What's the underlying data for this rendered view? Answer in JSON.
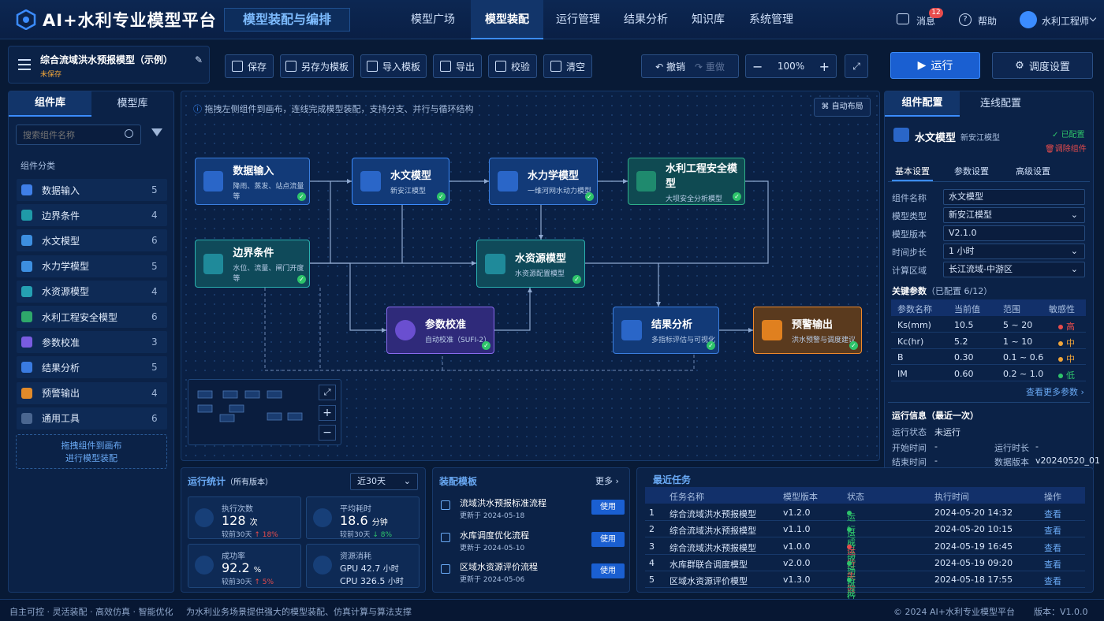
{
  "header": {
    "app_title": "AI+水利专业模型平台",
    "sub_title": "模型装配与编排",
    "nav": [
      "模型广场",
      "模型装配",
      "运行管理",
      "结果分析",
      "知识库",
      "系统管理"
    ],
    "msg_label": "消息",
    "msg_badge": "12",
    "help_label": "帮助",
    "user_name": "水利工程师"
  },
  "model": {
    "name": "综合流域洪水预报模型（示例）",
    "status": "未保存"
  },
  "toolbar": {
    "save": "保存",
    "save_template": "另存为模板",
    "import_template": "导入模板",
    "export": "导出",
    "validate": "校验",
    "clear": "清空",
    "undo": "撤销",
    "redo": "重做",
    "zoom": "100%",
    "run": "运行",
    "dispatch": "调度设置"
  },
  "left": {
    "tabs": [
      "组件库",
      "模型库"
    ],
    "search_placeholder": "搜索组件名称",
    "category_title": "组件分类",
    "categories": [
      {
        "label": "数据输入",
        "count": "5",
        "color": "#3f7fe8"
      },
      {
        "label": "边界条件",
        "count": "4",
        "color": "#1f9aa8"
      },
      {
        "label": "水文模型",
        "count": "6",
        "color": "#3d8fe0"
      },
      {
        "label": "水力学模型",
        "count": "5",
        "color": "#3d8fe0"
      },
      {
        "label": "水资源模型",
        "count": "4",
        "color": "#25a0b2"
      },
      {
        "label": "水利工程安全模型",
        "count": "6",
        "color": "#2ea86b"
      },
      {
        "label": "参数校准",
        "count": "3",
        "color": "#7a5ce0"
      },
      {
        "label": "结果分析",
        "count": "5",
        "color": "#3a7be0"
      },
      {
        "label": "预警输出",
        "count": "4",
        "color": "#e08a2a"
      },
      {
        "label": "通用工具",
        "count": "6",
        "color": "#4a6690"
      }
    ],
    "drag_hint_1": "拖拽组件到画布",
    "drag_hint_2": "进行模型装配"
  },
  "canvas": {
    "hint": "拖拽左侧组件到画布，连线完成模型装配，支持分支、并行与循环结构",
    "auto_layout": "自动布局",
    "nodes": {
      "data_input": {
        "title": "数据输入",
        "sub": "降雨、蒸发、站点流量等"
      },
      "hydro": {
        "title": "水文模型",
        "sub": "新安江模型"
      },
      "hydraulic": {
        "title": "水力学模型",
        "sub": "一维河网水动力模型"
      },
      "safety": {
        "title": "水利工程安全模型",
        "sub": "大坝安全分析模型"
      },
      "boundary": {
        "title": "边界条件",
        "sub": "水位、流量、闸门开度等"
      },
      "water_res": {
        "title": "水资源模型",
        "sub": "水资源配置模型"
      },
      "calib": {
        "title": "参数校准",
        "sub": "自动校准（SUFI-2）"
      },
      "result": {
        "title": "结果分析",
        "sub": "多指标评估与可视化"
      },
      "warning": {
        "title": "预警输出",
        "sub": "洪水预警与调度建议"
      }
    }
  },
  "right": {
    "tabs": [
      "组件配置",
      "连线配置"
    ],
    "comp_name": "水文模型",
    "comp_type": "新安江模型",
    "configured": "已配置",
    "remove": "调除组件",
    "subtabs": [
      "基本设置",
      "参数设置",
      "高级设置"
    ],
    "fields": [
      {
        "label": "组件名称",
        "value": "水文模型"
      },
      {
        "label": "模型类型",
        "value": "新安江模型"
      },
      {
        "label": "模型版本",
        "value": "V2.1.0"
      },
      {
        "label": "时间步长",
        "value": "1 小时"
      },
      {
        "label": "计算区域",
        "value": "长江流域-中游区"
      }
    ],
    "params_title": "关键参数",
    "params_count": "（已配置 6/12）",
    "params_headers": [
      "参数名称",
      "当前值",
      "范围",
      "敏感性"
    ],
    "params": [
      {
        "name": "Ks(mm)",
        "value": "10.5",
        "range": "5 ~ 20",
        "sens": "高",
        "color": "#e84c4c"
      },
      {
        "name": "Kc(hr)",
        "value": "5.2",
        "range": "1 ~ 10",
        "sens": "中",
        "color": "#f0a53a"
      },
      {
        "name": "B",
        "value": "0.30",
        "range": "0.1 ~ 0.6",
        "sens": "中",
        "color": "#f0a53a"
      },
      {
        "name": "IM",
        "value": "0.60",
        "range": "0.2 ~ 1.0",
        "sens": "低",
        "color": "#2ec46b"
      }
    ],
    "more_params": "查看更多参数",
    "run_title": "运行信息（最近一次）",
    "run_status_label": "运行状态",
    "run_status": "未运行",
    "start_label": "开始时间",
    "start": "-",
    "duration_label": "运行时长",
    "duration": "-",
    "end_label": "结束时间",
    "end": "-",
    "data_ver_label": "数据版本",
    "data_ver": "v20240520_01"
  },
  "stats": {
    "title": "运行统计",
    "scope": "（所有版本）",
    "range": "近30天",
    "runs_label": "执行次数",
    "runs": "128",
    "runs_unit": "次",
    "runs_cmp": "较前30天",
    "runs_delta": "18%",
    "time_label": "平均耗时",
    "time": "18.6",
    "time_unit": "分钟",
    "time_cmp": "较前30天",
    "time_delta": "8%",
    "success_label": "成功率",
    "success": "92.2",
    "success_unit": "%",
    "success_cmp": "较前30天",
    "success_delta": "5%",
    "res_label": "资源消耗",
    "gpu": "GPU  42.7",
    "gpu_unit": "小时",
    "cpu": "CPU  326.5",
    "cpu_unit": "小时"
  },
  "templates": {
    "title": "装配模板",
    "more": "更多",
    "use": "使用",
    "items": [
      {
        "name": "流域洪水预报标准流程",
        "date": "更新于 2024-05-18"
      },
      {
        "name": "水库调度优化流程",
        "date": "更新于 2024-05-10"
      },
      {
        "name": "区域水资源评价流程",
        "date": "更新于 2024-05-06"
      }
    ]
  },
  "tasks": {
    "title": "最近任务",
    "headers": [
      "任务名称",
      "模型版本",
      "状态",
      "执行时间",
      "操作"
    ],
    "rows": [
      {
        "no": "1",
        "name": "综合流域洪水预报模型",
        "ver": "v1.2.0",
        "status": "运行成功",
        "color": "#2ec46b",
        "time": "2024-05-20 14:32",
        "op": "查看"
      },
      {
        "no": "2",
        "name": "综合流域洪水预报模型",
        "ver": "v1.1.0",
        "status": "运行成功",
        "color": "#2ec46b",
        "time": "2024-05-20 10:15",
        "op": "查看"
      },
      {
        "no": "3",
        "name": "综合流域洪水预报模型",
        "ver": "v1.0.0",
        "status": "运行失败",
        "color": "#e84c4c",
        "time": "2024-05-19 16:45",
        "op": "查看"
      },
      {
        "no": "4",
        "name": "水库群联合调度模型",
        "ver": "v2.0.0",
        "status": "运行成功",
        "color": "#2ec46b",
        "time": "2024-05-19 09:20",
        "op": "查看"
      },
      {
        "no": "5",
        "name": "区域水资源评价模型",
        "ver": "v1.3.0",
        "status": "运行成功",
        "color": "#2ec46b",
        "time": "2024-05-18 17:55",
        "op": "查看"
      }
    ]
  },
  "footer": {
    "slogan": "自主可控 · 灵活装配 · 高效仿真 · 智能优化",
    "desc": "为水利业务场景提供强大的模型装配、仿真计算与算法支撑",
    "copyright": "© 2024 AI+水利专业模型平台",
    "version": "版本：V1.0.0"
  }
}
